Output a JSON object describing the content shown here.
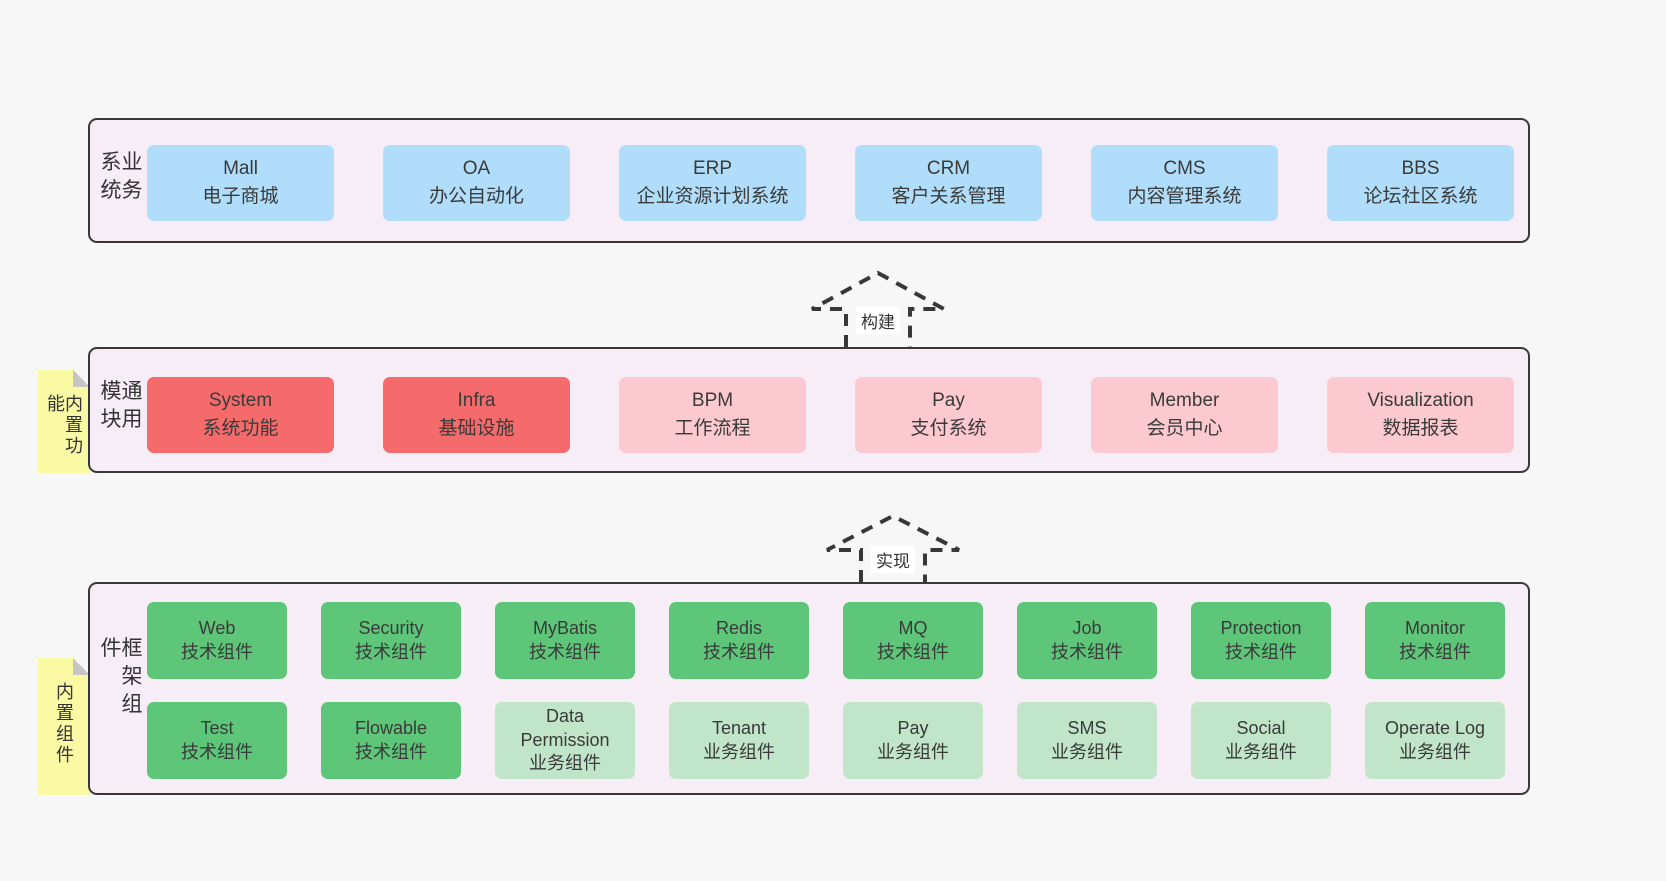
{
  "colors": {
    "canvas_bg": "#f7f7f7",
    "section_bg": "#f7edf6",
    "section_border": "#383838",
    "blue_box": "#b0ddfa",
    "red_box": "#f56b6b",
    "pink_box": "#fcc9d1",
    "green_dark_box": "#5ec679",
    "green_light_box": "#c1e5c9",
    "sticky_yellow": "#fafaa4",
    "text": "#3a3a3a"
  },
  "arrows": {
    "build": "构建",
    "implement": "实现"
  },
  "sections": {
    "business": {
      "label": "业务系统",
      "items": [
        {
          "name": "Mall",
          "desc": "电子商城"
        },
        {
          "name": "OA",
          "desc": "办公自动化"
        },
        {
          "name": "ERP",
          "desc": "企业资源计划系统"
        },
        {
          "name": "CRM",
          "desc": "客户关系管理"
        },
        {
          "name": "CMS",
          "desc": "内容管理系统"
        },
        {
          "name": "BBS",
          "desc": "论坛社区系统"
        }
      ]
    },
    "modules": {
      "label": "通用模块",
      "sticky": "内置功能",
      "items": [
        {
          "name": "System",
          "desc": "系统功能",
          "variant": "red"
        },
        {
          "name": "Infra",
          "desc": "基础设施",
          "variant": "red"
        },
        {
          "name": "BPM",
          "desc": "工作流程",
          "variant": "pink"
        },
        {
          "name": "Pay",
          "desc": "支付系统",
          "variant": "pink"
        },
        {
          "name": "Member",
          "desc": "会员中心",
          "variant": "pink"
        },
        {
          "name": "Visualization",
          "desc": "数据报表",
          "variant": "pink"
        }
      ]
    },
    "components": {
      "label": "框架组件",
      "sticky": "内置组件",
      "row1": [
        {
          "name": "Web",
          "desc": "技术组件",
          "variant": "dark"
        },
        {
          "name": "Security",
          "desc": "技术组件",
          "variant": "dark"
        },
        {
          "name": "MyBatis",
          "desc": "技术组件",
          "variant": "dark"
        },
        {
          "name": "Redis",
          "desc": "技术组件",
          "variant": "dark"
        },
        {
          "name": "MQ",
          "desc": "技术组件",
          "variant": "dark"
        },
        {
          "name": "Job",
          "desc": "技术组件",
          "variant": "dark"
        },
        {
          "name": "Protection",
          "desc": "技术组件",
          "variant": "dark"
        },
        {
          "name": "Monitor",
          "desc": "技术组件",
          "variant": "dark"
        }
      ],
      "row2": [
        {
          "name": "Test",
          "desc": "技术组件",
          "variant": "dark"
        },
        {
          "name": "Flowable",
          "desc": "技术组件",
          "variant": "dark"
        },
        {
          "name": "Data Permission",
          "desc": "业务组件",
          "variant": "light"
        },
        {
          "name": "Tenant",
          "desc": "业务组件",
          "variant": "light"
        },
        {
          "name": "Pay",
          "desc": "业务组件",
          "variant": "light"
        },
        {
          "name": "SMS",
          "desc": "业务组件",
          "variant": "light"
        },
        {
          "name": "Social",
          "desc": "业务组件",
          "variant": "light"
        },
        {
          "name": "Operate Log",
          "desc": "业务组件",
          "variant": "light"
        }
      ]
    }
  }
}
